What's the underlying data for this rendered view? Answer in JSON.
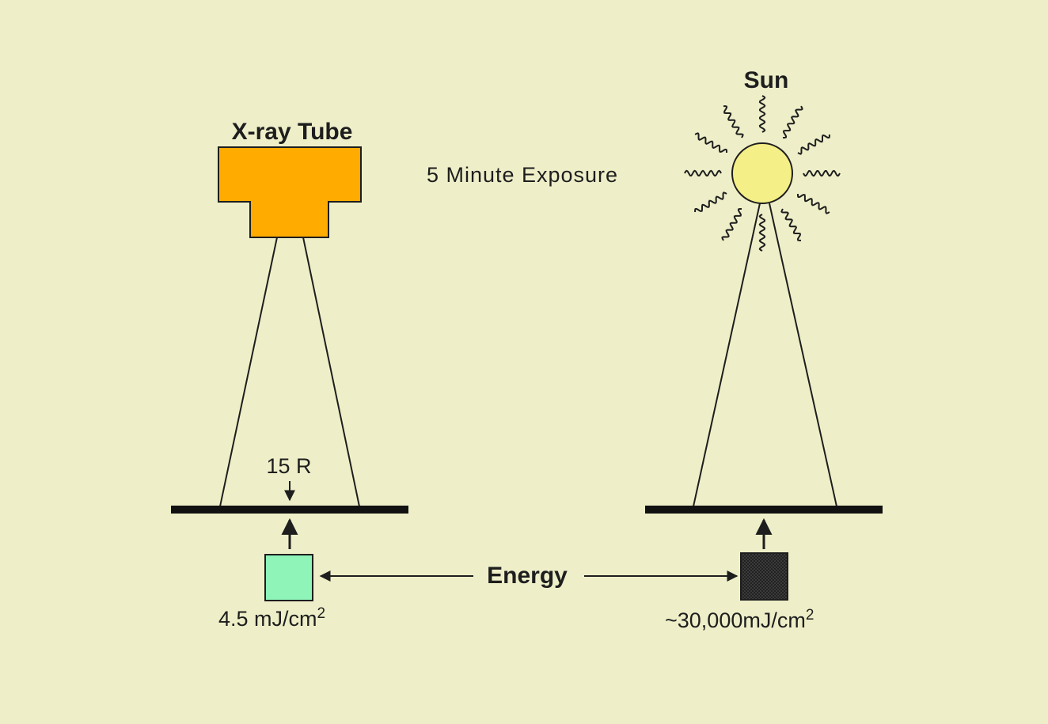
{
  "xray": {
    "title": "X-ray Tube",
    "dose_label": "15 R",
    "energy_label": "4.5 mJ/cm",
    "energy_sup": "2",
    "tube_color": "#ffab00",
    "square_color": "#8ef4b8"
  },
  "sun": {
    "title": "Sun",
    "energy_label": "~30,000mJ/cm",
    "energy_sup": "2",
    "disc_color": "#f4ef86",
    "square_color": "#2b2b2b"
  },
  "exposure_label": "5 Minute Exposure",
  "energy_label": "Energy",
  "colors": {
    "background": "#eeefc8",
    "ink": "#1e1e1e"
  },
  "icons": [
    "xray-tube-icon",
    "sun-icon",
    "skin-surface-icon",
    "arrow-icon"
  ]
}
